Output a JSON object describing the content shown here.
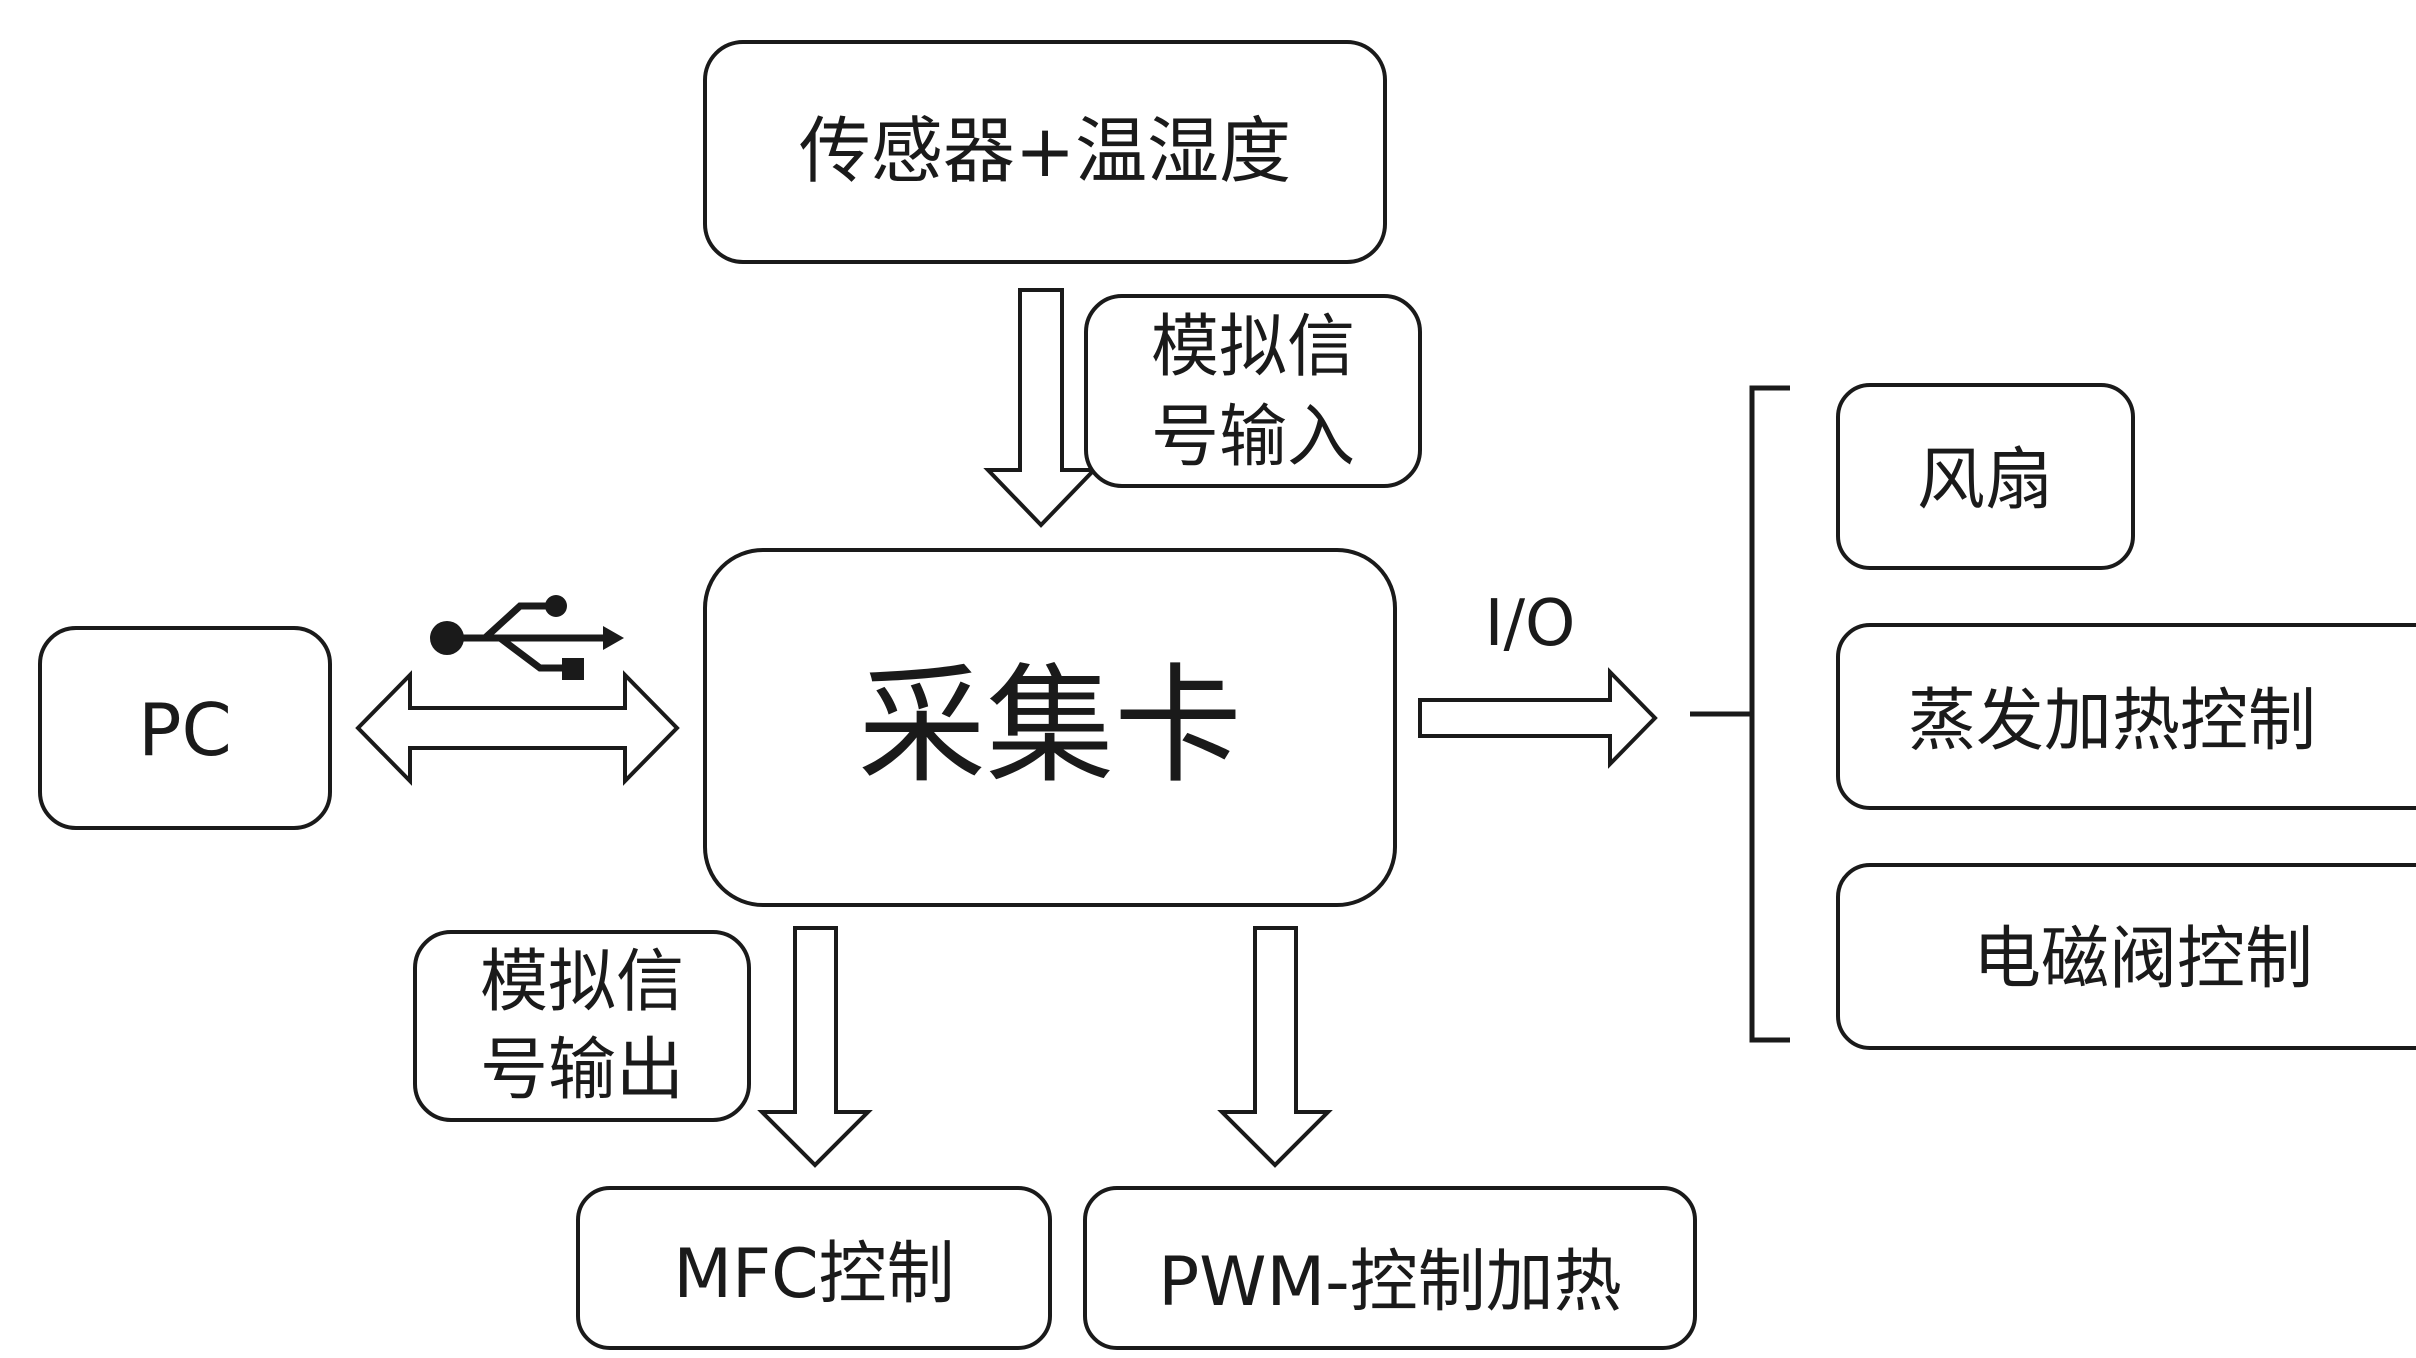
{
  "nodes": {
    "sensor": "传感器+温湿度",
    "card": "采集卡",
    "pc": "PC",
    "fan": "风扇",
    "evap": "蒸发加热控制",
    "valve": "电磁阀控制",
    "mfc": "MFC控制",
    "pwm": "PWM-控制加热"
  },
  "labels": {
    "analog_in_line1": "模拟信",
    "analog_in_line2": "号输入",
    "analog_out_line1": "模拟信",
    "analog_out_line2": "号输出",
    "io": "I/O"
  },
  "icons": {
    "usb": "usb-icon"
  }
}
